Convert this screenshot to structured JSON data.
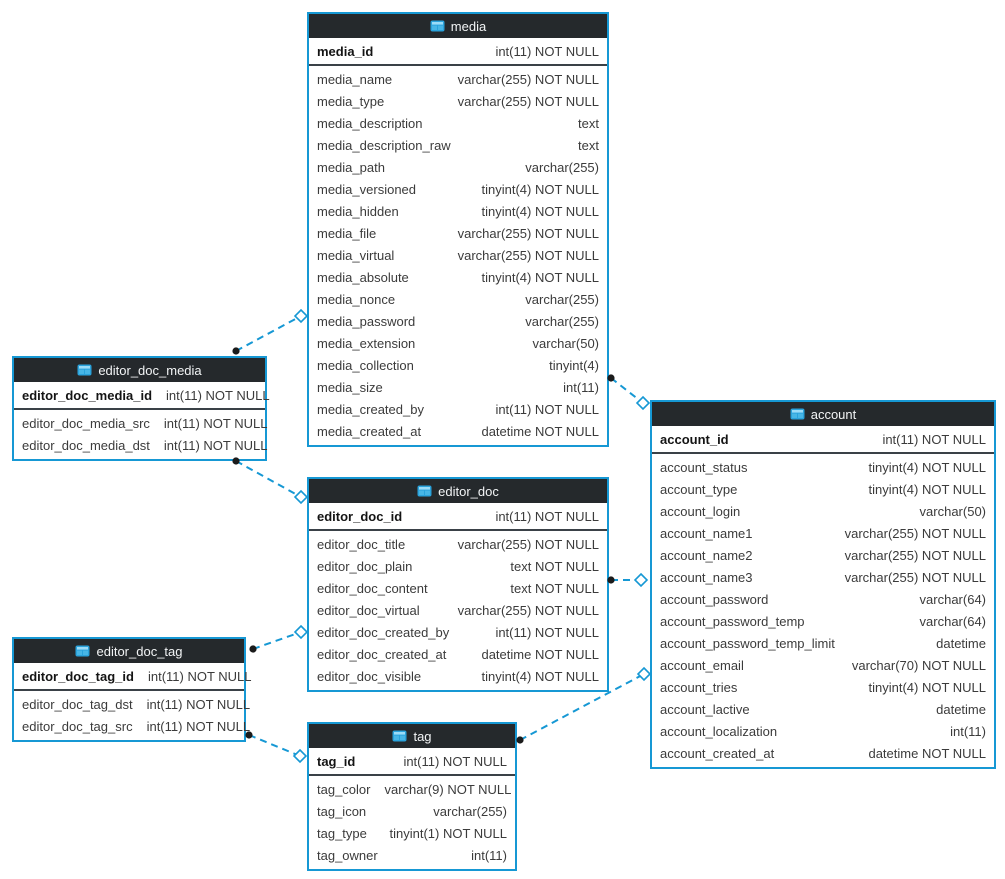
{
  "diagram": {
    "kind": "database-schema",
    "colors": {
      "accent": "#1698d4",
      "header_bg": "#25292c",
      "header_text": "#f2f4f5",
      "field_text": "#3b3b3b",
      "pk_separator": "#3a4147",
      "connector": "#1698d4",
      "connector_dot": "#1b1b1b",
      "diamond_fill": "#ffffff",
      "canvas_bg": "#ffffff"
    }
  },
  "tables": [
    {
      "name": "media",
      "icon": "table-icon",
      "pk": {
        "name": "media_id",
        "type": "int(11) NOT NULL"
      },
      "fields": [
        {
          "name": "media_name",
          "type": "varchar(255) NOT NULL"
        },
        {
          "name": "media_type",
          "type": "varchar(255) NOT NULL"
        },
        {
          "name": "media_description",
          "type": "text"
        },
        {
          "name": "media_description_raw",
          "type": "text"
        },
        {
          "name": "media_path",
          "type": "varchar(255)"
        },
        {
          "name": "media_versioned",
          "type": "tinyint(4) NOT NULL"
        },
        {
          "name": "media_hidden",
          "type": "tinyint(4) NOT NULL"
        },
        {
          "name": "media_file",
          "type": "varchar(255) NOT NULL"
        },
        {
          "name": "media_virtual",
          "type": "varchar(255) NOT NULL"
        },
        {
          "name": "media_absolute",
          "type": "tinyint(4) NOT NULL"
        },
        {
          "name": "media_nonce",
          "type": "varchar(255)"
        },
        {
          "name": "media_password",
          "type": "varchar(255)"
        },
        {
          "name": "media_extension",
          "type": "varchar(50)"
        },
        {
          "name": "media_collection",
          "type": "tinyint(4)"
        },
        {
          "name": "media_size",
          "type": "int(11)"
        },
        {
          "name": "media_created_by",
          "type": "int(11) NOT NULL"
        },
        {
          "name": "media_created_at",
          "type": "datetime NOT NULL"
        }
      ]
    },
    {
      "name": "editor_doc_media",
      "icon": "table-icon",
      "pk": {
        "name": "editor_doc_media_id",
        "type": "int(11) NOT NULL"
      },
      "fields": [
        {
          "name": "editor_doc_media_src",
          "type": "int(11) NOT NULL"
        },
        {
          "name": "editor_doc_media_dst",
          "type": "int(11) NOT NULL"
        }
      ]
    },
    {
      "name": "editor_doc",
      "icon": "table-icon",
      "pk": {
        "name": "editor_doc_id",
        "type": "int(11) NOT NULL"
      },
      "fields": [
        {
          "name": "editor_doc_title",
          "type": "varchar(255) NOT NULL"
        },
        {
          "name": "editor_doc_plain",
          "type": "text NOT NULL"
        },
        {
          "name": "editor_doc_content",
          "type": "text NOT NULL"
        },
        {
          "name": "editor_doc_virtual",
          "type": "varchar(255) NOT NULL"
        },
        {
          "name": "editor_doc_created_by",
          "type": "int(11) NOT NULL"
        },
        {
          "name": "editor_doc_created_at",
          "type": "datetime NOT NULL"
        },
        {
          "name": "editor_doc_visible",
          "type": "tinyint(4) NOT NULL"
        }
      ]
    },
    {
      "name": "editor_doc_tag",
      "icon": "table-icon",
      "pk": {
        "name": "editor_doc_tag_id",
        "type": "int(11) NOT NULL"
      },
      "fields": [
        {
          "name": "editor_doc_tag_dst",
          "type": "int(11) NOT NULL"
        },
        {
          "name": "editor_doc_tag_src",
          "type": "int(11) NOT NULL"
        }
      ]
    },
    {
      "name": "tag",
      "icon": "table-icon",
      "pk": {
        "name": "tag_id",
        "type": "int(11) NOT NULL"
      },
      "fields": [
        {
          "name": "tag_color",
          "type": "varchar(9) NOT NULL"
        },
        {
          "name": "tag_icon",
          "type": "varchar(255)"
        },
        {
          "name": "tag_type",
          "type": "tinyint(1) NOT NULL"
        },
        {
          "name": "tag_owner",
          "type": "int(11)"
        }
      ]
    },
    {
      "name": "account",
      "icon": "table-icon",
      "pk": {
        "name": "account_id",
        "type": "int(11) NOT NULL"
      },
      "fields": [
        {
          "name": "account_status",
          "type": "tinyint(4) NOT NULL"
        },
        {
          "name": "account_type",
          "type": "tinyint(4) NOT NULL"
        },
        {
          "name": "account_login",
          "type": "varchar(50)"
        },
        {
          "name": "account_name1",
          "type": "varchar(255) NOT NULL"
        },
        {
          "name": "account_name2",
          "type": "varchar(255) NOT NULL"
        },
        {
          "name": "account_name3",
          "type": "varchar(255) NOT NULL"
        },
        {
          "name": "account_password",
          "type": "varchar(64)"
        },
        {
          "name": "account_password_temp",
          "type": "varchar(64)"
        },
        {
          "name": "account_password_temp_limit",
          "type": "datetime"
        },
        {
          "name": "account_email",
          "type": "varchar(70) NOT NULL"
        },
        {
          "name": "account_tries",
          "type": "tinyint(4) NOT NULL"
        },
        {
          "name": "account_lactive",
          "type": "datetime"
        },
        {
          "name": "account_localization",
          "type": "int(11)"
        },
        {
          "name": "account_created_at",
          "type": "datetime NOT NULL"
        }
      ]
    }
  ],
  "connections": [
    {
      "from": "editor_doc_media",
      "to": "media"
    },
    {
      "from": "editor_doc_media",
      "to": "editor_doc"
    },
    {
      "from": "media",
      "to": "account"
    },
    {
      "from": "editor_doc",
      "to": "account"
    },
    {
      "from": "editor_doc_tag",
      "to": "editor_doc"
    },
    {
      "from": "editor_doc_tag",
      "to": "tag"
    },
    {
      "from": "tag",
      "to": "account"
    }
  ]
}
